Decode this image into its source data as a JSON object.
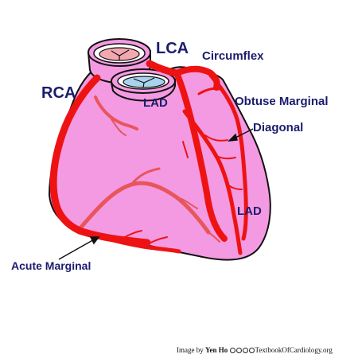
{
  "labels": {
    "lca": "LCA",
    "circumflex": "Circumflex",
    "rca": "RCA",
    "lad_top": "LAD",
    "obtuse_marginal": "Obtuse Marginal",
    "diagonal": "Diagonal",
    "lad_bottom": "LAD",
    "acute_marginal": "Acute Marginal"
  },
  "credit": {
    "prefix": "Image by",
    "author": "Yen Ho",
    "site": "TextbookOfCardiology.org"
  },
  "colors": {
    "heart": "#f49ae2",
    "artery": "#ee1313",
    "branch": "#e8555c",
    "outline": "#111111",
    "label": "#1c1c6e",
    "aortic_valve": "#f3a8b0",
    "pulmonary_valve": "#a9d2ef"
  }
}
